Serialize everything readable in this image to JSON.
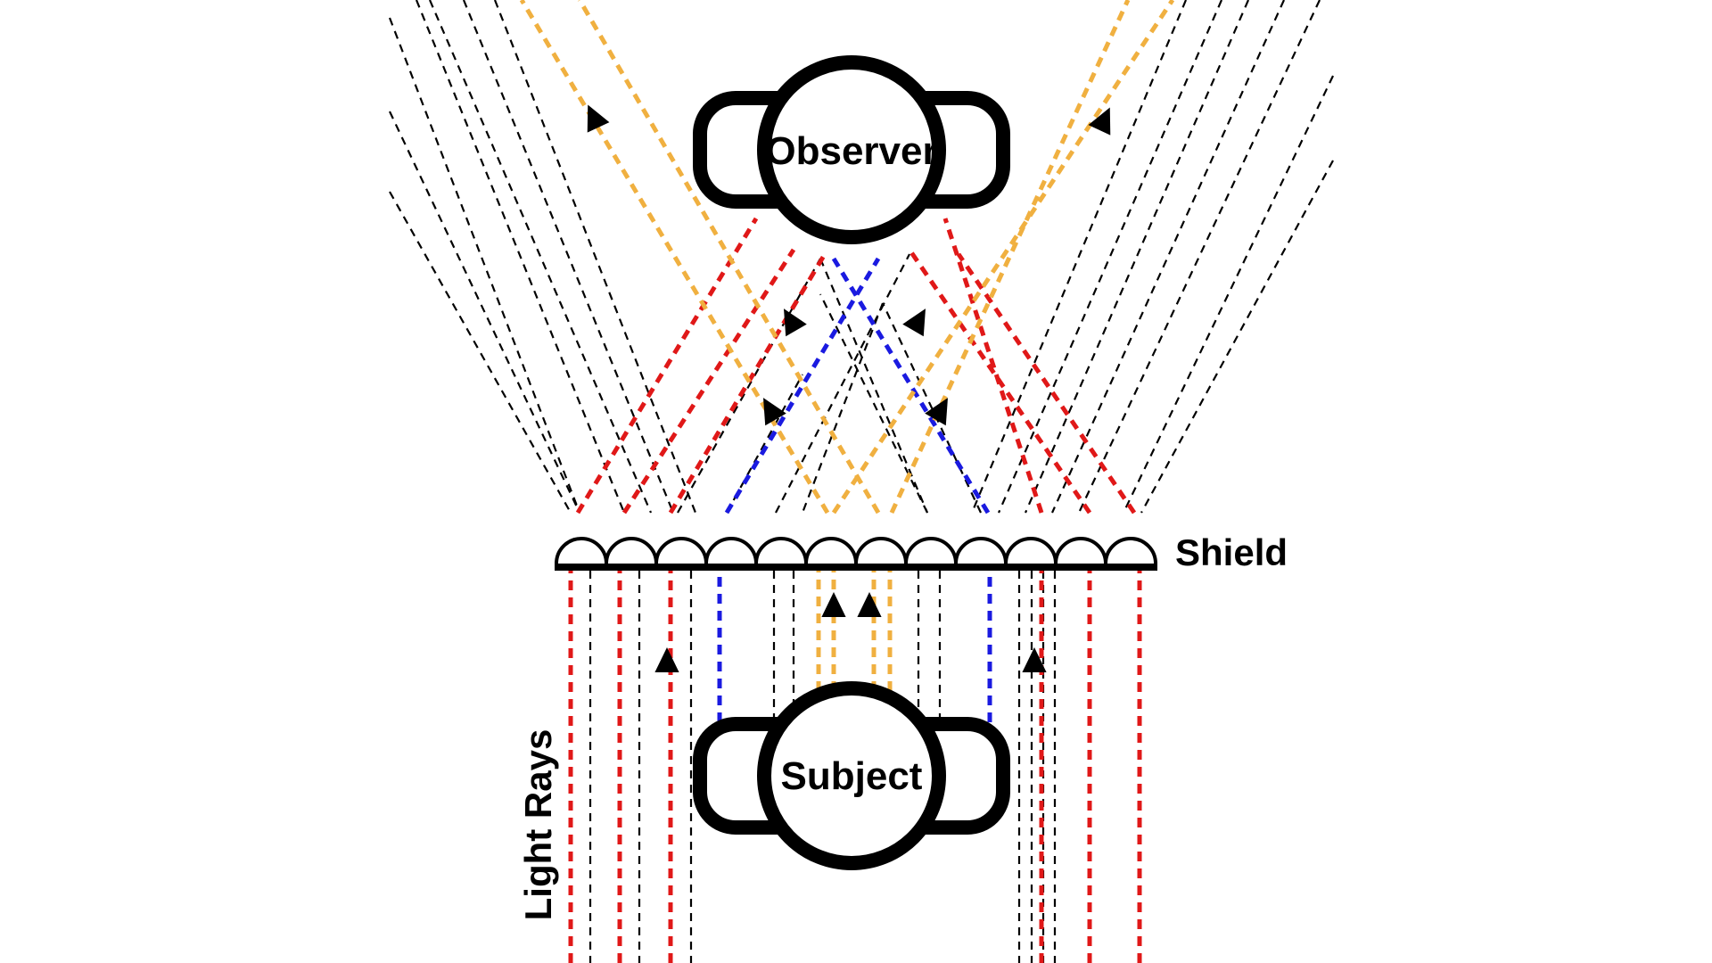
{
  "figure": {
    "subject_label": "Subject",
    "observer_label": "Observer",
    "shield_label": "Shield",
    "rays_label": "Light Rays"
  },
  "colors": {
    "background": "#ffffff",
    "outline": "#000000",
    "background_ray": "#000000",
    "red_ray": "#e01818",
    "blue_ray": "#1a1ae0",
    "orange_ray": "#f0b040",
    "arrowhead": "#000000"
  },
  "legend": []
}
